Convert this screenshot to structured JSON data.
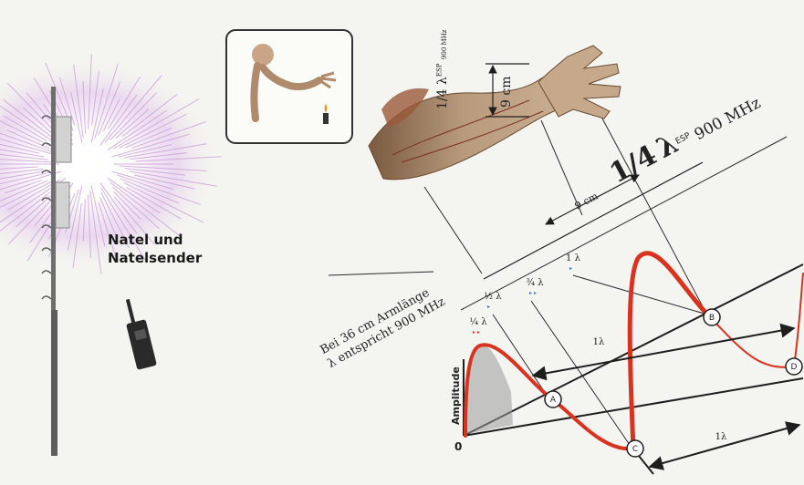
{
  "tower_label": [
    "Natel und",
    "Natelsender"
  ],
  "arm_caption": [
    "Bei 36 cm Armlänge",
    "λ entspricht 900 MHz"
  ],
  "quarter_wave": {
    "fraction": "1/4",
    "symbol": "λ",
    "sup": "ESP",
    "freq": "900 MHz"
  },
  "vertical_label": {
    "text": "1/4 λ",
    "sup": "ESP",
    "small": "900 MHz"
  },
  "dim_9cm_vertical": "9 cm",
  "dim_9cm_horizontal": "9 cm",
  "amplitude_label": "Amplitude",
  "origin_label": "0",
  "wavelength_ticks": [
    "¼ λ",
    "½ λ",
    "¾ λ",
    "1 λ"
  ],
  "point_labels": [
    "A",
    "B",
    "C",
    "D"
  ],
  "lambda_markers": [
    "1λ",
    "1λ"
  ],
  "colors": {
    "wave": "#d9321f",
    "arrow": "#1e1e1e",
    "tick_blue": "#3a6fd1",
    "tick_red": "#d9321f",
    "burst": "#c89ad6"
  }
}
